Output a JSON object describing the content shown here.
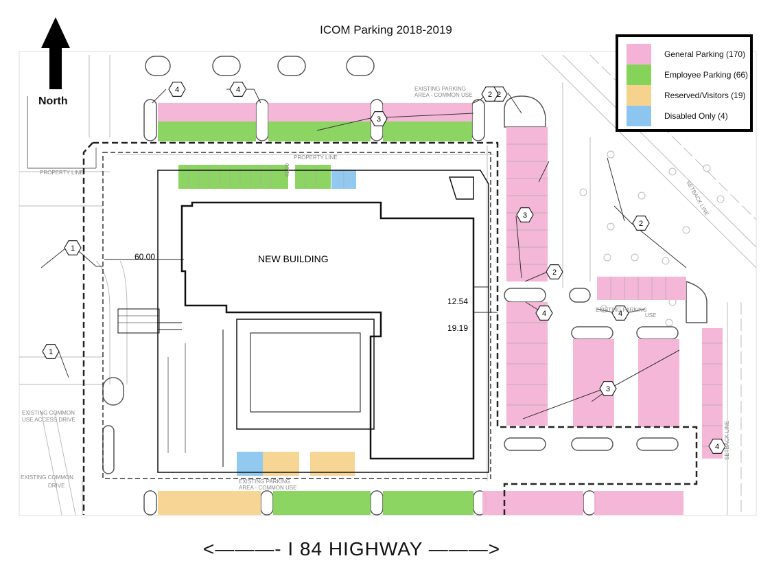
{
  "title": "ICOM Parking 2018-2019",
  "north_label": "North",
  "highway_label": "<———- I 84 HIGHWAY ———>",
  "building_label": "NEW BUILDING",
  "dimensions": {
    "d1": "60.00",
    "d2": "12.54",
    "d3": "19.19",
    "d4": "41.00"
  },
  "existing_parking_label": "EXISTING PARKING",
  "common_use_label": "AREA - COMMON USE",
  "existing_parking_use_label": "USE",
  "common_use_short": "AREA - COMMON USE",
  "access_drive_label_1": "EXISTING COMMON",
  "access_drive_label_2": "USE ACCESS DRIVE",
  "existing_common_label": "EXISTING COMMON",
  "drive_label": "DRIVE",
  "property_line_label": "PROPERTY LINE",
  "setback_label": "SETBACK LINE",
  "callouts": [
    "1",
    "1",
    "2",
    "2",
    "2",
    "2",
    "3",
    "3",
    "3",
    "4",
    "4",
    "4",
    "4",
    "4"
  ],
  "legend": [
    {
      "label": "General Parking (170)",
      "color": "#f4b3d6"
    },
    {
      "label": "Employee Parking (66)",
      "color": "#86d35a"
    },
    {
      "label": "Reserved/Visitors (19)",
      "color": "#f5d38f"
    },
    {
      "label": "Disabled Only (4)",
      "color": "#8cc6f0"
    }
  ],
  "colors": {
    "general": "#f4b3d6",
    "employee": "#86d35a",
    "reserved": "#f5d38f",
    "disabled": "#8cc6f0"
  }
}
